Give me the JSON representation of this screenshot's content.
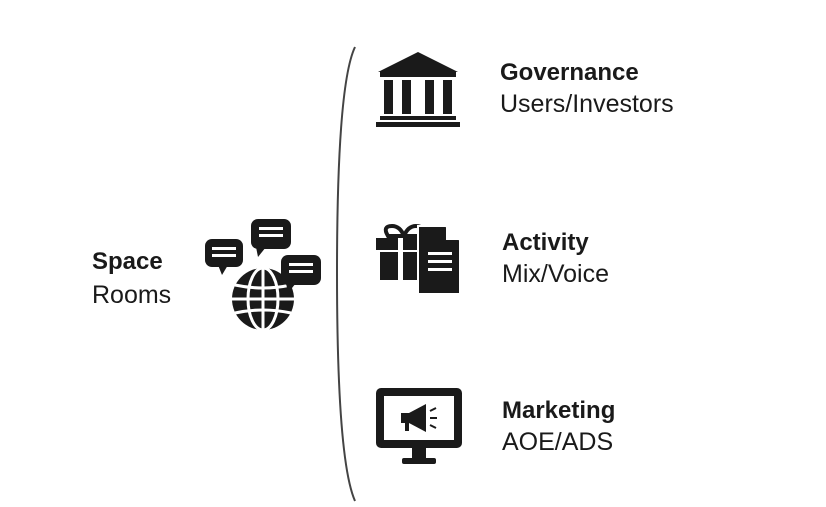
{
  "left_node": {
    "title": "Space",
    "subtitle": "Rooms",
    "icon": "globe-chat-icon"
  },
  "items": [
    {
      "title": "Governance",
      "subtitle": "Users/Investors",
      "icon": "bank-icon"
    },
    {
      "title": "Activity",
      "subtitle": "Mix/Voice",
      "icon": "gift-document-icon"
    },
    {
      "title": "Marketing",
      "subtitle": "AOE/ADS",
      "icon": "monitor-megaphone-icon"
    }
  ],
  "colors": {
    "ink": "#1a1a1a",
    "bracket": "#444444",
    "background": "#ffffff"
  }
}
